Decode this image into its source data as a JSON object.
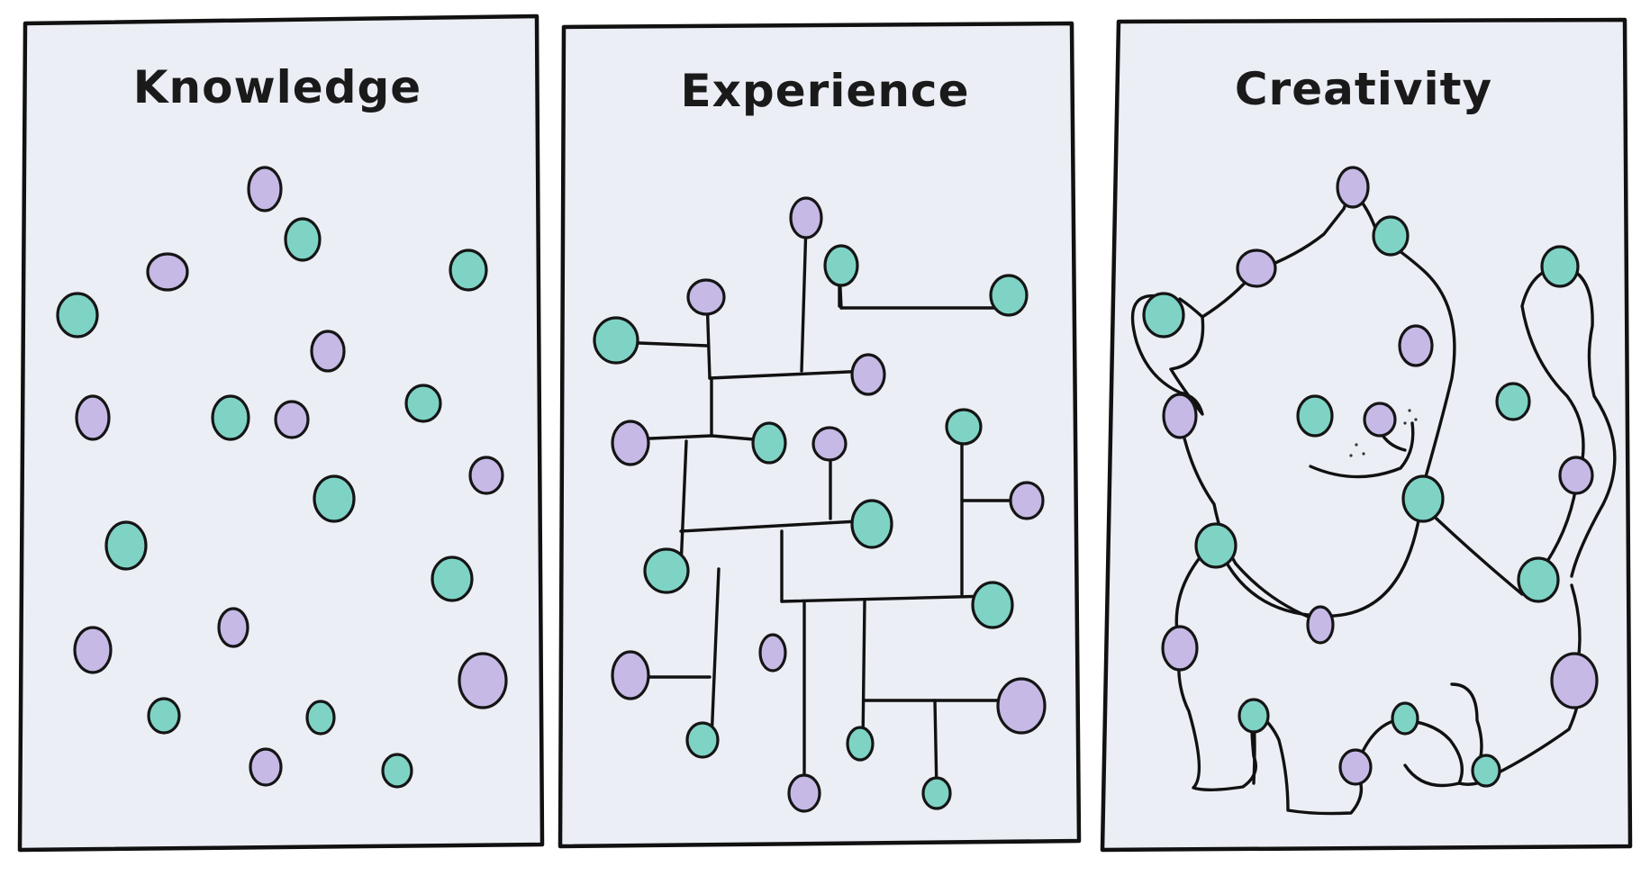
{
  "panels": [
    {
      "title": "Knowledge"
    },
    {
      "title": "Experience"
    },
    {
      "title": "Creativity"
    }
  ],
  "colors": {
    "background": "#ffffff",
    "panel_fill": "#eceef5",
    "ink": "#111111",
    "dot_teal": "#7ed3c5",
    "dot_lavender": "#c6b9e6"
  }
}
